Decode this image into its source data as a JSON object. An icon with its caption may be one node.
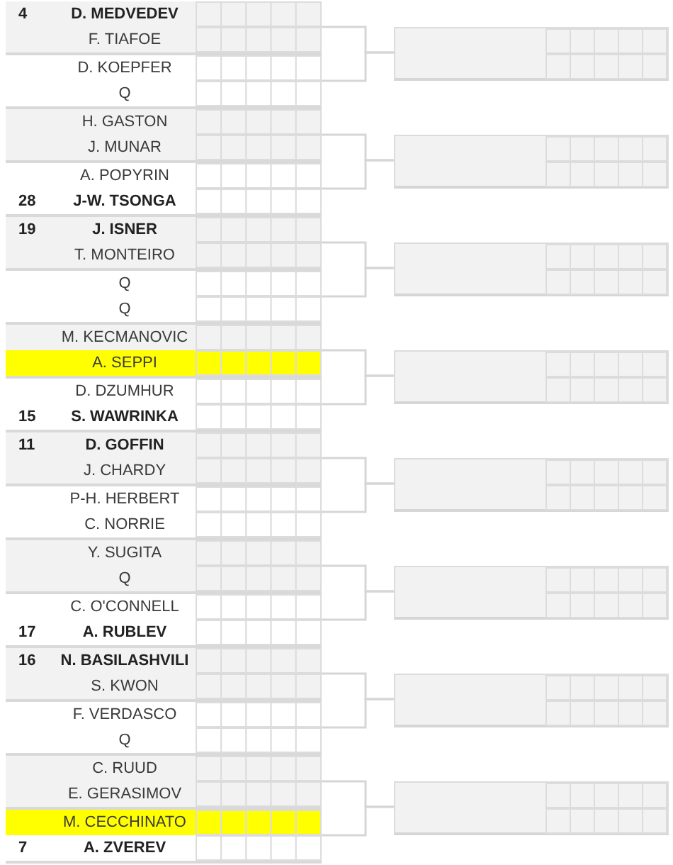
{
  "diagram": {
    "nodes": [
      {
        "text": [],
        "shape": "box"
      },
      {
        "text": [
          "4",
          "D. MEDVEDEV"
        ],
        "in": 0
      },
      {
        "text": [
          "F. TIAFOE"
        ],
        "in": 0
      },
      {
        "text": [],
        "shape": "box"
      },
      {
        "text": [
          "D. KOEPFER"
        ],
        "in": 3
      },
      {
        "text": [
          "Q"
        ],
        "in": 3
      },
      {
        "text": [],
        "shape": "box"
      },
      {
        "text": [
          "H. GASTON"
        ],
        "in": 6
      },
      {
        "text": [
          "J. MUNAR"
        ],
        "in": 6
      },
      {
        "text": [],
        "shape": "box"
      },
      {
        "text": [
          "A. POPYRIN"
        ],
        "in": 9
      },
      {
        "text": [
          "28",
          "J-W. TSONGA"
        ],
        "in": 9
      },
      {
        "text": [],
        "shape": "box"
      },
      {
        "text": [
          "19",
          "J. ISNER"
        ],
        "in": 12
      },
      {
        "text": [
          "T. MONTEIRO"
        ],
        "in": 12
      },
      {
        "text": [],
        "shape": "box"
      },
      {
        "text": [
          "Q"
        ],
        "in": 15
      },
      {
        "text": [
          "Q"
        ],
        "in": 15
      },
      {
        "text": [],
        "shape": "box"
      },
      {
        "text": [
          "M. KECMANOVIC"
        ],
        "in": 18
      },
      {
        "text": [
          "A. SEPPI"
        ],
        "in": 18
      },
      {
        "text": [],
        "shape": "box"
      },
      {
        "text": [
          "D. DZUMHUR"
        ],
        "in": 21
      },
      {
        "text": [
          "15",
          "S. WAWRINKA"
        ],
        "in": 21
      },
      {
        "text": [],
        "shape": "box"
      },
      {
        "text": [
          "11",
          "D. GOFFIN"
        ],
        "in": 24
      },
      {
        "text": [
          "J. CHARDY"
        ],
        "in": 24
      },
      {
        "text": [],
        "shape": "box"
      },
      {
        "text": [
          "P-H. HERBERT"
        ],
        "in": 27
      },
      {
        "text": [
          "C. NORRIE"
        ],
        "in": 27
      },
      {
        "text": [],
        "shape": "box"
      },
      {
        "text": [
          "Y. SUGITA"
        ],
        "in": 30
      },
      {
        "text": [
          "Q"
        ],
        "in": 30
      },
      {
        "text": [],
        "shape": "box"
      },
      {
        "text": [
          "C. O'CONNELL"
        ],
        "in": 33
      },
      {
        "text": [
          "17",
          "A. RUBLEV"
        ],
        "in": 33
      },
      {
        "text": [],
        "shape": "box"
      },
      {
        "text": [
          "16",
          "N. BASILASHVILI"
        ],
        "in": 36
      },
      {
        "text": [
          "S. KWON"
        ],
        "in": 36
      },
      {
        "text": [],
        "shape": "box"
      },
      {
        "text": [
          "F. VERDASCO"
        ],
        "in": 39
      },
      {
        "text": [
          "Q"
        ],
        "in": 39
      },
      {
        "text": [],
        "shape": "box"
      },
      {
        "text": [
          "C. RUUD"
        ],
        "in": 42
      },
      {
        "text": [
          "E. GERASIMOV"
        ],
        "in": 42
      },
      {
        "text": [],
        "shape": "box"
      },
      {
        "text": [
          "M. CECCHINATO"
        ],
        "in": 45
      },
      {
        "text": [
          "7",
          "A. ZVEREV"
        ],
        "in": 45
      },
      {
        "text": [],
        "shape": "box"
      },
      {
        "text": [],
        "shape": "box"
      },
      {
        "text": [],
        "shape": "box"
      },
      {
        "text": [],
        "shape": "box"
      },
      {
        "text": [],
        "shape": "box"
      },
      {
        "text": [],
        "shape": "box"
      },
      {
        "text": [],
        "shape": "box"
      },
      {
        "text": [],
        "shape": "box"
      }
    ],
    "edges": [
      {
        "from": 0,
        "to": 48,
        "arrow": "none"
      },
      {
        "from": 3,
        "to": 48,
        "arrow": "none"
      },
      {
        "from": 6,
        "to": 49,
        "arrow": "none"
      },
      {
        "from": 9,
        "to": 49,
        "arrow": "none"
      },
      {
        "from": 12,
        "to": 50,
        "arrow": "none"
      },
      {
        "from": 15,
        "to": 50,
        "arrow": "none"
      },
      {
        "from": 18,
        "to": 51,
        "arrow": "none"
      },
      {
        "from": 21,
        "to": 51,
        "arrow": "none"
      },
      {
        "from": 24,
        "to": 52,
        "arrow": "none"
      },
      {
        "from": 27,
        "to": 52,
        "arrow": "none"
      },
      {
        "from": 30,
        "to": 53,
        "arrow": "none"
      },
      {
        "from": 33,
        "to": 53,
        "arrow": "none"
      },
      {
        "from": 36,
        "to": 54,
        "arrow": "none"
      },
      {
        "from": 39,
        "to": 54,
        "arrow": "none"
      },
      {
        "from": 42,
        "to": 55,
        "arrow": "none"
      },
      {
        "from": 45,
        "to": 55,
        "arrow": "none"
      }
    ]
  }
}
